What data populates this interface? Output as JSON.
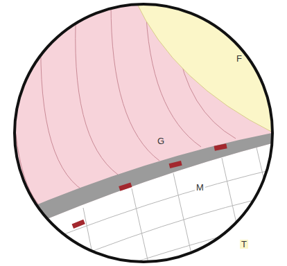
{
  "diagram": {
    "labels": [
      "F",
      "G",
      "M",
      "T"
    ]
  }
}
